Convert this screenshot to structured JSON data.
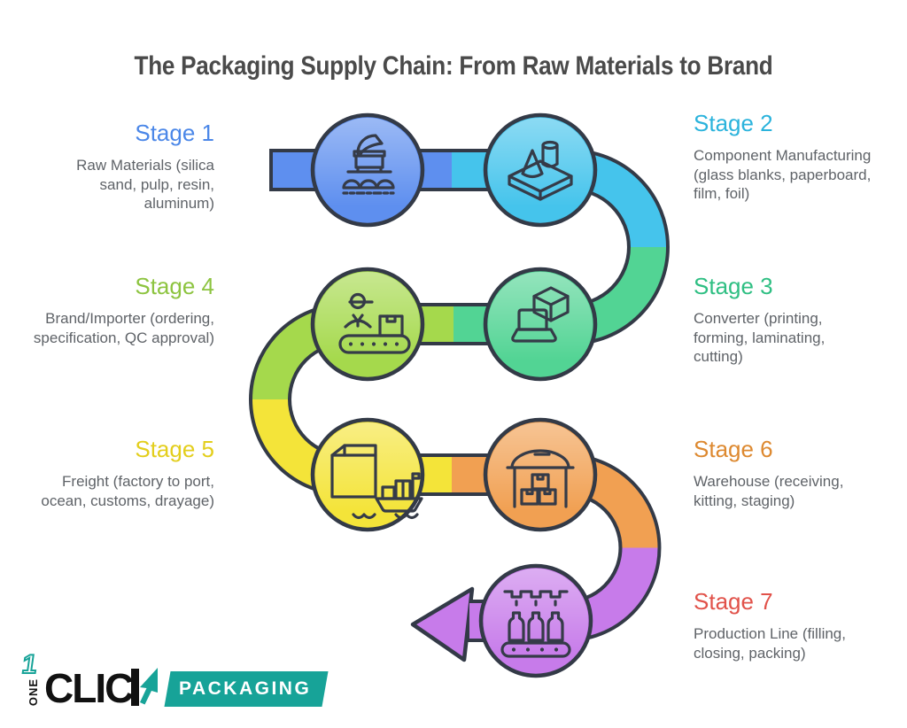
{
  "title": "The Packaging Supply Chain: From Raw Materials to Brand",
  "stages": [
    {
      "label": "Stage 1",
      "description": "Raw Materials (silica sand, pulp, resin, aluminum)",
      "title_color": "#4b87e8",
      "band_color": "#5e8fef",
      "icon": "raw-materials-icon"
    },
    {
      "label": "Stage 2",
      "description": "Component Manufacturing (glass blanks, paperboard, film, foil)",
      "title_color": "#2bb3dc",
      "band_color": "#45c4ec",
      "icon": "component-manufacturing-icon"
    },
    {
      "label": "Stage 3",
      "description": "Converter (printing, forming, laminating, cutting)",
      "title_color": "#2fbf83",
      "band_color": "#52d494",
      "icon": "converter-icon"
    },
    {
      "label": "Stage 4",
      "description": "Brand/Importer (ordering, specification, QC approval)",
      "title_color": "#8dc440",
      "band_color": "#a5d94c",
      "icon": "brand-importer-icon"
    },
    {
      "label": "Stage 5",
      "description": "Freight (factory to port, ocean, customs, drayage)",
      "title_color": "#e3ce1c",
      "band_color": "#f4e439",
      "icon": "freight-icon"
    },
    {
      "label": "Stage 6",
      "description": "Warehouse (receiving, kitting, staging)",
      "title_color": "#dd8930",
      "band_color": "#f1a052",
      "icon": "warehouse-icon"
    },
    {
      "label": "Stage 7",
      "description": "Production Line (filling, closing, packing)",
      "title_color": "#e1524a",
      "band_color": "#c77bea",
      "icon": "production-line-icon"
    }
  ],
  "colors": {
    "title_text": "#4a4a4a",
    "body_text": "#5f6368",
    "flow_outline": "#333a47",
    "icon_stroke": "#353b48",
    "logo_teal": "#17a398",
    "logo_black": "#111111"
  },
  "logo": {
    "numeral": "1",
    "one": "ONE",
    "click_text": "CLIC",
    "badge": "PACKAGING"
  }
}
